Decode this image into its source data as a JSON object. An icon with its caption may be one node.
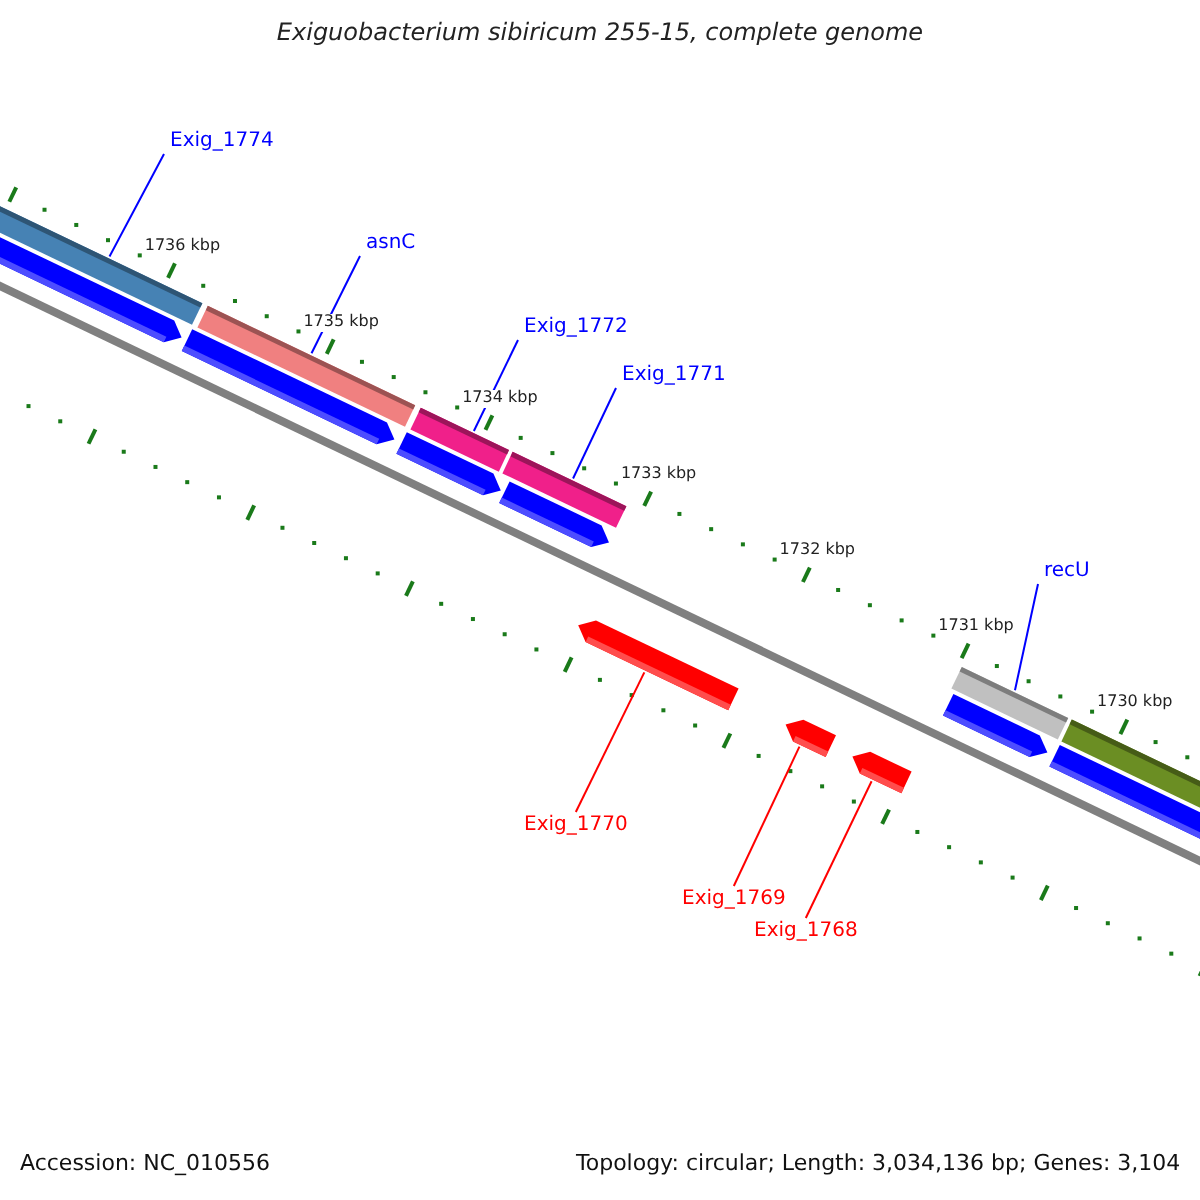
{
  "diagram": {
    "title": "Exiguobacterium sibiricum 255-15, complete genome",
    "nodes": [
      {
        "text": [
          "Exig_1774"
        ]
      },
      {
        "text": [
          "asnC"
        ]
      },
      {
        "text": [
          "Exig_1772"
        ]
      },
      {
        "text": [
          "Exig_1771"
        ]
      },
      {
        "text": [
          "recU"
        ]
      },
      {
        "text": [
          "Exig_1770"
        ]
      },
      {
        "text": [
          "Exig_1769"
        ]
      },
      {
        "text": [
          "Exig_1768"
        ]
      },
      {
        "text": [],
        "shape": "bar"
      },
      {
        "text": [],
        "shape": "bar"
      },
      {
        "text": [],
        "shape": "bar"
      },
      {
        "text": [],
        "shape": "bar"
      },
      {
        "text": [],
        "shape": "bar"
      },
      {
        "text": [],
        "shape": "bar"
      },
      {
        "text": [],
        "shape": "bar"
      },
      {
        "text": [],
        "shape": "bar"
      },
      {
        "text": [],
        "shape": "bar"
      },
      {
        "text": [],
        "shape": "bar"
      },
      {
        "text": [],
        "shape": "bar"
      },
      {
        "text": [],
        "shape": "bar"
      },
      {
        "text": [],
        "shape": "bar"
      },
      {
        "text": [],
        "shape": "bar"
      },
      {
        "text": [],
        "shape": "bar"
      }
    ],
    "edges": [
      {
        "from": 0,
        "to": 8,
        "arrow": "none"
      },
      {
        "from": 1,
        "to": 9,
        "arrow": "none"
      },
      {
        "from": 2,
        "to": 10,
        "arrow": "none"
      },
      {
        "from": 3,
        "to": 11,
        "arrow": "none"
      },
      {
        "from": 4,
        "to": 12,
        "arrow": "none"
      },
      {
        "from": 5,
        "to": 13,
        "arrow": "none",
        "color": "#ff0000"
      },
      {
        "from": 6,
        "to": 14,
        "arrow": "none",
        "color": "#ff0000"
      },
      {
        "from": 7,
        "to": 15,
        "arrow": "none",
        "color": "#ff0000"
      }
    ],
    "labels": [
      "1736 kbp",
      "1735 kbp",
      "1734 kbp",
      "1733 kbp",
      "1732 kbp",
      "1731 kbp",
      "1730 kbp",
      "Accession: NC_010556",
      "Topology: circular; Length: 3,034,136 bp; Genes: 3,104"
    ]
  }
}
